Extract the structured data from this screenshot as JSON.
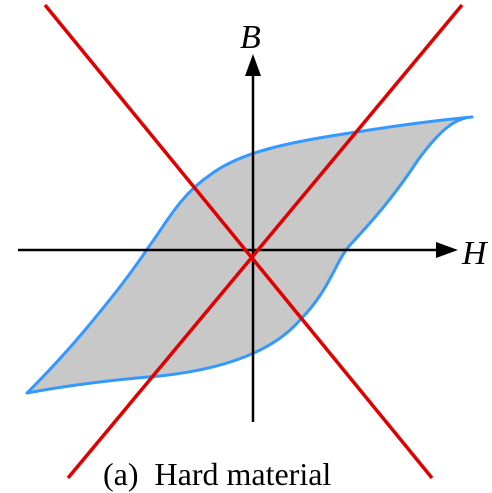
{
  "diagram": {
    "vertical_axis_label": "B",
    "horizontal_axis_label": "H",
    "caption": "(a)  Hard material"
  },
  "colors": {
    "loop_fill": "#c8c8c8",
    "loop_stroke": "#3399ff",
    "axes": "#000000",
    "cross_lines": "#e00000",
    "background": "#ffffff"
  }
}
